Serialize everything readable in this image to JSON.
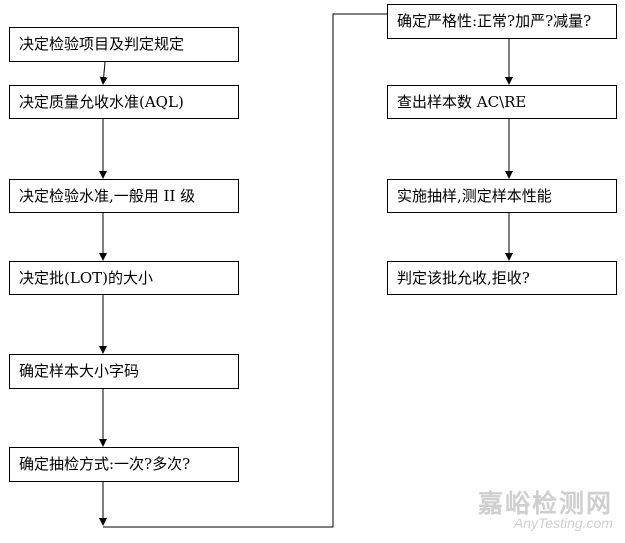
{
  "steps": [
    {
      "label": "决定检验项目及判定规定"
    },
    {
      "label": "决定质量允收水准(AQL)"
    },
    {
      "label": "决定检验水准,一般用 II 级"
    },
    {
      "label": "决定批(LOT)的大小"
    },
    {
      "label": "确定样本大小字码"
    },
    {
      "label": "确定抽检方式:一次?多次?"
    },
    {
      "label": "确定严格性:正常?加严?减量?"
    },
    {
      "label": "查出样本数 AC\\RE"
    },
    {
      "label": "实施抽样,测定样本性能"
    },
    {
      "label": "判定该批允收,拒收?"
    }
  ],
  "watermark": {
    "chinese": "嘉峪检测网",
    "english": "AnyTesting.com"
  }
}
